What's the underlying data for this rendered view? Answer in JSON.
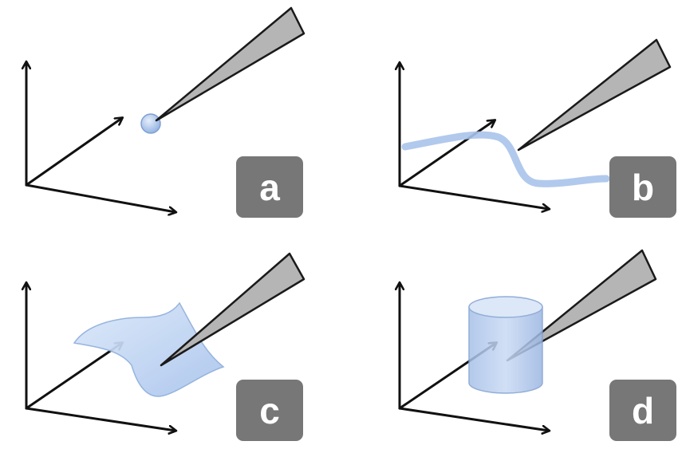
{
  "panels": [
    {
      "id": "a",
      "label": "a",
      "primitive": "point"
    },
    {
      "id": "b",
      "label": "b",
      "primitive": "curve"
    },
    {
      "id": "c",
      "label": "c",
      "primitive": "surface"
    },
    {
      "id": "d",
      "label": "d",
      "primitive": "volume"
    }
  ],
  "colors": {
    "axis": "#111111",
    "stylus_fill": "#b5b5b5",
    "badge": "#777777",
    "primitive_blue": "#9ec0ea"
  },
  "icons": [
    "coordinate-axes-icon",
    "stylus-icon"
  ]
}
